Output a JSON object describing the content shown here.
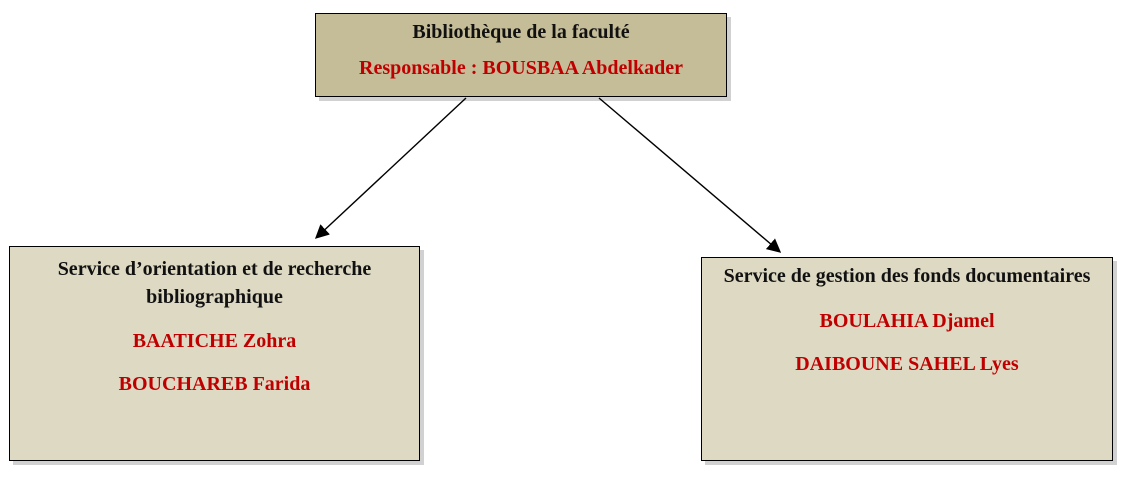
{
  "top_box": {
    "title": "Bibliothèque de la faculté",
    "responsable": "Responsable : BOUSBAA Abdelkader"
  },
  "left_box": {
    "title": "Service d’orientation et de recherche bibliographique",
    "people": [
      "BAATICHE Zohra",
      "BOUCHAREB Farida"
    ]
  },
  "right_box": {
    "title": "Service de gestion des fonds documentaires",
    "people": [
      "BOULAHIA Djamel",
      "DAIBOUNE SAHEL Lyes"
    ]
  },
  "colors": {
    "top_fill": "#c5bd98",
    "child_fill": "#ddd9c3",
    "name_text": "#c00000",
    "border": "#000000"
  }
}
